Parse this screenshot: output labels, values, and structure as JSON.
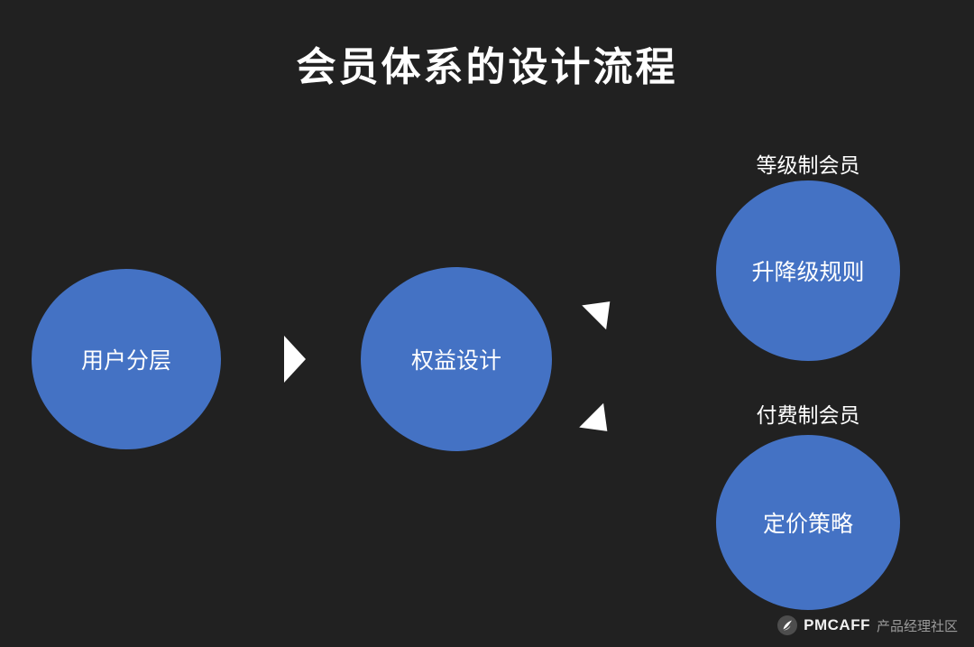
{
  "title": "会员体系的设计流程",
  "diagram": {
    "nodes": [
      {
        "label": "用户分层"
      },
      {
        "label": "权益设计"
      },
      {
        "label": "升降级规则"
      },
      {
        "label": "定价策略"
      }
    ],
    "branch_labels": [
      {
        "label": "等级制会员"
      },
      {
        "label": "付费制会员"
      }
    ],
    "arrows": [
      {
        "name": "arrow-right",
        "direction": "right"
      },
      {
        "name": "arrow-up-right",
        "direction": "up-right"
      },
      {
        "name": "arrow-down-right",
        "direction": "down-right"
      }
    ]
  },
  "colors": {
    "background": "#212121",
    "node_fill": "#4472c4",
    "node_text": "#ffffff",
    "arrow": "#ffffff",
    "branch_label_text": "#ffffff",
    "watermark_brand": "#f0f0f0",
    "watermark_suffix": "#9a9a9a"
  },
  "footer": {
    "brand": "PMCAFF",
    "community": "产品经理社区"
  }
}
